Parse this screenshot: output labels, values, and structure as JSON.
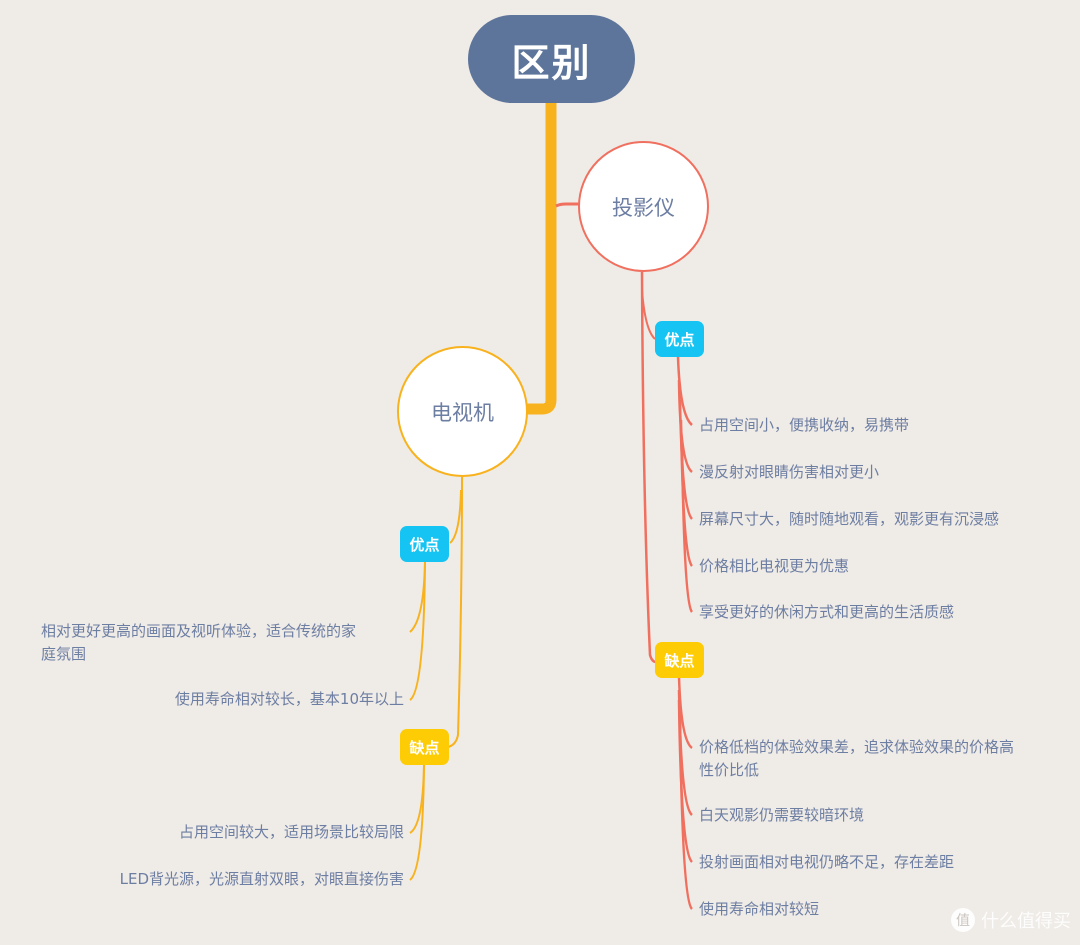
{
  "root": {
    "label": "区别"
  },
  "colors": {
    "background": "#efebe6",
    "root_fill": "#5d749b",
    "trunk": "#f8b21e",
    "projector_branch": "#f07060",
    "tv_branch": "#f8b21e",
    "pro_tag": "#15c4f2",
    "con_tag": "#fdcc05",
    "text": "#6d7ea3"
  },
  "projector": {
    "label": "投影仪",
    "pros": {
      "label": "优点",
      "items": [
        "占用空间小，便携收纳，易携带",
        "漫反射对眼睛伤害相对更小",
        "屏幕尺寸大，随时随地观看，观影更有沉浸感",
        "价格相比电视更为优惠",
        "享受更好的休闲方式和更高的生活质感"
      ]
    },
    "cons": {
      "label": "缺点",
      "items": [
        "价格低档的体验效果差，追求体验效果的价格高",
        "性价比低",
        "白天观影仍需要较暗环境",
        "投射画面相对电视仍略不足，存在差距",
        "使用寿命相对较短"
      ]
    }
  },
  "tv": {
    "label": "电视机",
    "pros": {
      "label": "优点",
      "items": [
        "相对更好更高的画面及视听体验，适合传统的家",
        "庭氛围",
        "使用寿命相对较长，基本10年以上"
      ]
    },
    "cons": {
      "label": "缺点",
      "items": [
        "占用空间较大，适用场景比较局限",
        "LED背光源，光源直射双眼，对眼直接伤害"
      ]
    }
  },
  "watermark": {
    "icon": "值",
    "text": "什么值得买"
  }
}
